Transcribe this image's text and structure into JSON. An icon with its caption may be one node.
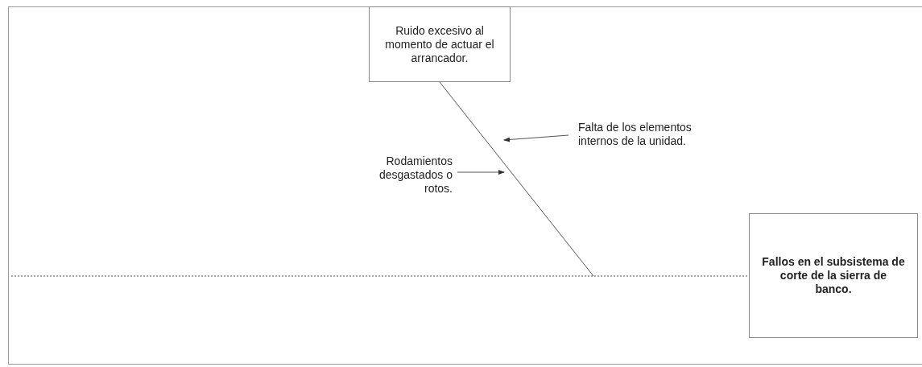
{
  "diagram": {
    "nodes": [
      {
        "text": [
          "Ruido excesivo al momento de actuar el arrancador."
        ]
      },
      {
        "text": [
          "Fallos en el subsistema de corte de la sierra de banco."
        ]
      },
      {
        "text": [
          "Rodamientos desgastados o rotos."
        ]
      },
      {
        "text": [
          "Falta de los elementos internos de la unidad."
        ]
      }
    ],
    "edges": [
      {
        "from": 0,
        "to": null,
        "arrow": "none"
      },
      {
        "from": null,
        "to": 1,
        "arrow": "none",
        "style": "dashed"
      },
      {
        "from": 2,
        "to": null,
        "arrow": "to"
      },
      {
        "from": 3,
        "to": null,
        "arrow": "to"
      }
    ]
  }
}
